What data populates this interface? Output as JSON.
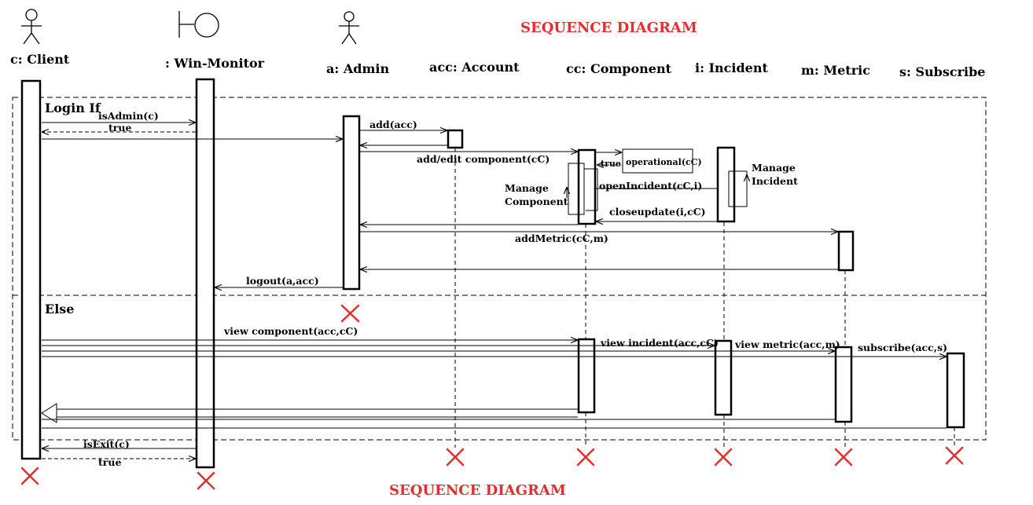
{
  "title_top": "SEQUENCE DIAGRAM",
  "title_bottom": "SEQUENCE DIAGRAM",
  "lifelines": {
    "client": "c: Client",
    "monitor": ": Win-Monitor",
    "admin": "a: Admin",
    "account": "acc: Account",
    "component": "cc: Component",
    "incident": "i: Incident",
    "metric": "m: Metric",
    "subscribe": "s: Subscribe"
  },
  "frame": {
    "login_label": "Login If",
    "else_label": "Else"
  },
  "messages": {
    "isAdmin": "isAdmin(c)",
    "true1": "true",
    "add": "add(acc)",
    "add_edit": "add/edit component(cC)",
    "true2": "true",
    "operational": "operational(cC)",
    "manage_component": [
      "Manage",
      "Component"
    ],
    "manage_incident": [
      "Manage",
      "Incident"
    ],
    "openIncident": "openIncident(cC,i)",
    "closeupdate": "closeupdate(i,cC)",
    "addMetric": "addMetric(cC,m)",
    "logout": "logout(a,acc)",
    "view_component": "view component(acc,cC)",
    "view_incident": "view incident(acc,cC)",
    "view_metric": "view metric(acc,m)",
    "subscribe": "subscribe(acc,s)",
    "isExit": "isExit(c)",
    "true3": "true"
  },
  "colors": {
    "destroy_mark": "#e03030",
    "title": "#e03030",
    "line": "#000000"
  }
}
